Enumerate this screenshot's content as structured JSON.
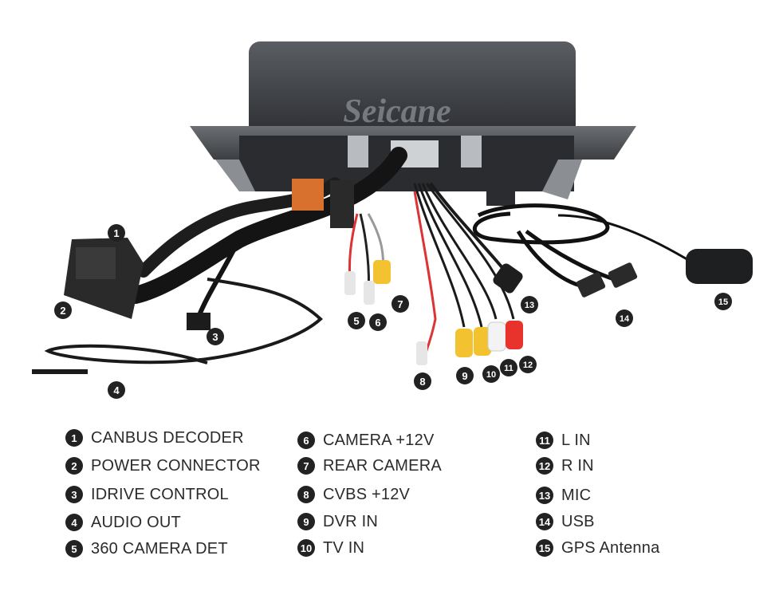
{
  "brand": {
    "watermark": "Seicane"
  },
  "callouts": [
    "1",
    "2",
    "3",
    "4",
    "5",
    "6",
    "7",
    "8",
    "9",
    "10",
    "11",
    "12",
    "13",
    "14",
    "15"
  ],
  "legend": [
    {
      "num": "1",
      "label": "CANBUS DECODER"
    },
    {
      "num": "2",
      "label": "POWER CONNECTOR"
    },
    {
      "num": "3",
      "label": "IDRIVE CONTROL"
    },
    {
      "num": "4",
      "label": "AUDIO OUT"
    },
    {
      "num": "5",
      "label": "360 CAMERA DET"
    },
    {
      "num": "6",
      "label": "CAMERA +12V"
    },
    {
      "num": "7",
      "label": "REAR CAMERA"
    },
    {
      "num": "8",
      "label": "CVBS +12V"
    },
    {
      "num": "9",
      "label": "DVR IN"
    },
    {
      "num": "10",
      "label": "TV IN"
    },
    {
      "num": "11",
      "label": "L IN"
    },
    {
      "num": "12",
      "label": "R IN"
    },
    {
      "num": "13",
      "label": "MIC"
    },
    {
      "num": "14",
      "label": "USB"
    },
    {
      "num": "15",
      "label": "GPS Antenna"
    }
  ],
  "colors": {
    "rca_yellow": "#f2c230",
    "rca_red": "#e8332c",
    "rca_white": "#f3f3f3",
    "unit": "#3a3d42",
    "badge": "#222222"
  }
}
